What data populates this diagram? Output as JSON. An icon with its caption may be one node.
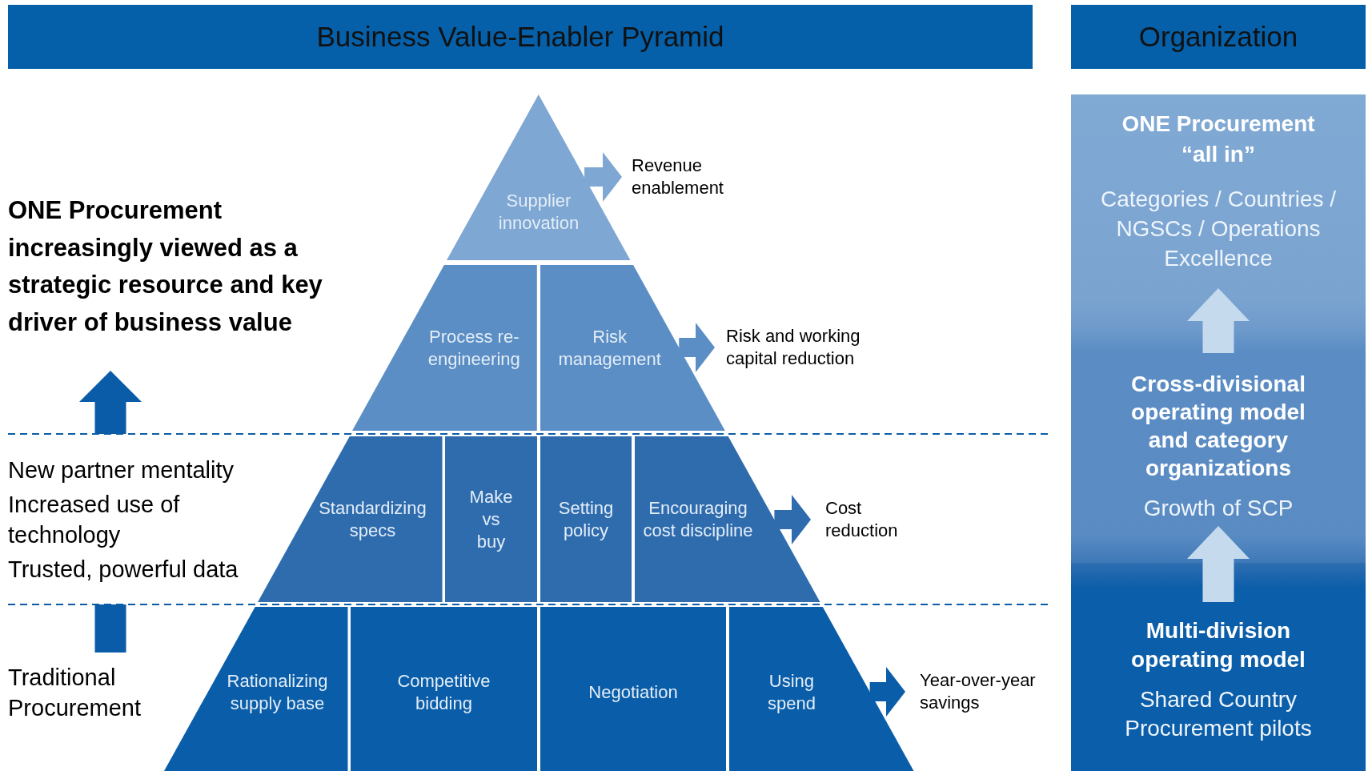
{
  "diagram": {
    "title": "Business Value-Enabler Pyramid",
    "nodes": [
      {
        "text": [
          "ONE Procurement increasingly viewed as a strategic resource and key driver of business value"
        ]
      },
      {
        "text": [
          "New partner mentality",
          "Increased use of technology",
          "Trusted, powerful data"
        ]
      },
      {
        "text": [
          "Traditional Procurement"
        ]
      },
      {
        "text": [
          "Supplier innovation"
        ]
      },
      {
        "text": [
          "Revenue enablement"
        ]
      },
      {
        "text": [
          "Process re-engineering"
        ]
      },
      {
        "text": [
          "Risk management"
        ]
      },
      {
        "text": [
          "Risk and working capital reduction"
        ]
      },
      {
        "text": [
          "Standardizing specs"
        ]
      },
      {
        "text": [
          "Make vs buy"
        ]
      },
      {
        "text": [
          "Setting policy"
        ]
      },
      {
        "text": [
          "Encouraging cost discipline"
        ]
      },
      {
        "text": [
          "Cost reduction"
        ]
      },
      {
        "text": [
          "Rationalizing supply base"
        ]
      },
      {
        "text": [
          "Competitive bidding"
        ]
      },
      {
        "text": [
          "Negotiation"
        ]
      },
      {
        "text": [
          "Using spend"
        ]
      },
      {
        "text": [
          "Year-over-year savings"
        ]
      },
      {
        "text": [
          "ONE Procurement “all in”",
          "Categories / Countries / NGSCs / Operations Excellence"
        ]
      },
      {
        "text": [
          "Cross-divisional operating model and category organizations",
          "Growth of SCP"
        ]
      },
      {
        "text": [
          "Multi-division operating model",
          "Shared Country Procurement pilots"
        ]
      }
    ],
    "edges": [
      {
        "from": 2,
        "to": 1,
        "arrow": "none",
        "color": "#0a5ca8"
      },
      {
        "from": 1,
        "to": 0,
        "arrow": "to",
        "color": "#0a5ca8"
      },
      {
        "from": 3,
        "to": 4,
        "arrow": "to",
        "color": "#7ea7d3"
      },
      {
        "from": 6,
        "to": 7,
        "arrow": "to",
        "color": "#5b8ec5"
      },
      {
        "from": 11,
        "to": 12,
        "arrow": "to",
        "color": "#2f6cae"
      },
      {
        "from": 16,
        "to": 17,
        "arrow": "to",
        "color": "#0a5da9"
      },
      {
        "from": 20,
        "to": 19,
        "arrow": "to",
        "color": "#c6daee"
      },
      {
        "from": 19,
        "to": 18,
        "arrow": "to",
        "color": "#c6daee"
      }
    ],
    "labels": [
      "Organization"
    ]
  }
}
